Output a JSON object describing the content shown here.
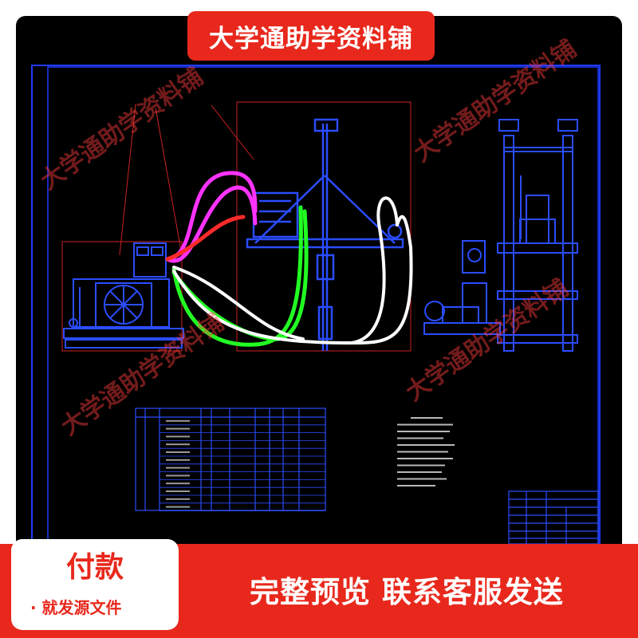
{
  "banner": {
    "title": "大学通助学资料铺"
  },
  "watermark": {
    "text": "大学通助学资料铺"
  },
  "payment": {
    "title": "付款",
    "note": "· 就发源文件"
  },
  "promo": {
    "text": "完整预览  联系客服发送"
  },
  "colors": {
    "accent": "#e8281c",
    "drawing_background": "#000000",
    "frame": "#1f3bff",
    "pipe_magenta": "#ff33ff",
    "pipe_red": "#ff2a2a",
    "pipe_green": "#22ff22",
    "pipe_white": "#ffffff"
  },
  "icons": {
    "bullet": "bullet-dot-icon"
  }
}
